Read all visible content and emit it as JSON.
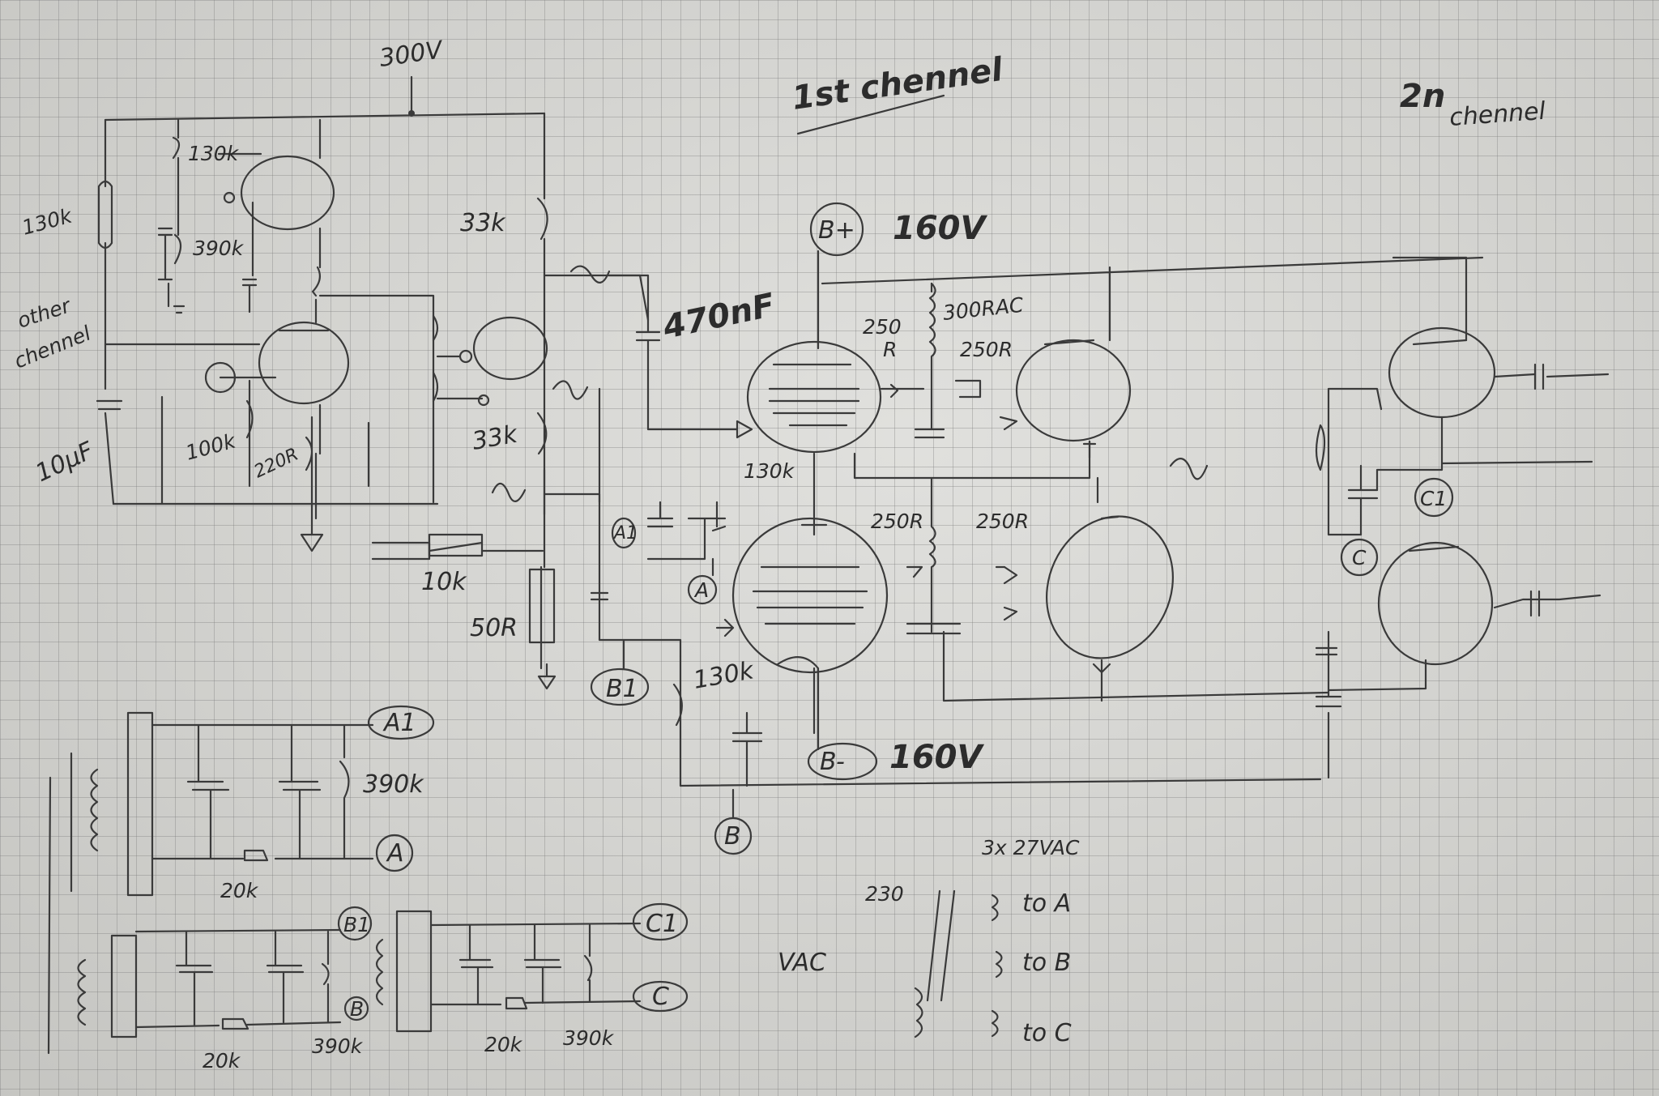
{
  "labels": {
    "supply": "300V",
    "title": "1st chennel",
    "title2_a": "2n",
    "title2_b": "chennel",
    "r_130k_top": "130k",
    "r_130k_left": "130k",
    "r_390k_top": "390k",
    "other_a": "other",
    "other_b": "chennel",
    "cap_10uf": "10µF",
    "r_100k": "100k",
    "r_220r": "220R",
    "r_33k_top": "33k",
    "r_33k_mid": "33k",
    "r_10k": "10k",
    "r_50r": "50R",
    "cap_470nf": "470nF",
    "bplus": "B+",
    "v_160_top": "160V",
    "r_250r_a": "250",
    "r_250r_a2": "R",
    "r_300rac": "300RAC",
    "r_250r_b": "250R",
    "r_130k_mid": "130k",
    "r_250r_c": "250R",
    "r_250r_d": "250R",
    "a1": "A1",
    "a": "A",
    "b1": "B1",
    "b": "B",
    "c": "C",
    "c1": "C1",
    "r_130k_low": "130k",
    "bminus": "B-",
    "v_160_bot": "160V",
    "r_390k_ps": "390k",
    "r_20k_ps": "20k",
    "r_20k_ps2": "20k",
    "r_390k_ps2": "390k",
    "r_20k_ps3": "20k",
    "r_390k_ps3": "390k",
    "tr_3x27": "3x 27VAC",
    "tr_230": "230",
    "tr_vac": "VAC",
    "tr_to_a": "to A",
    "tr_to_b": "to B",
    "tr_to_c": "to C"
  }
}
